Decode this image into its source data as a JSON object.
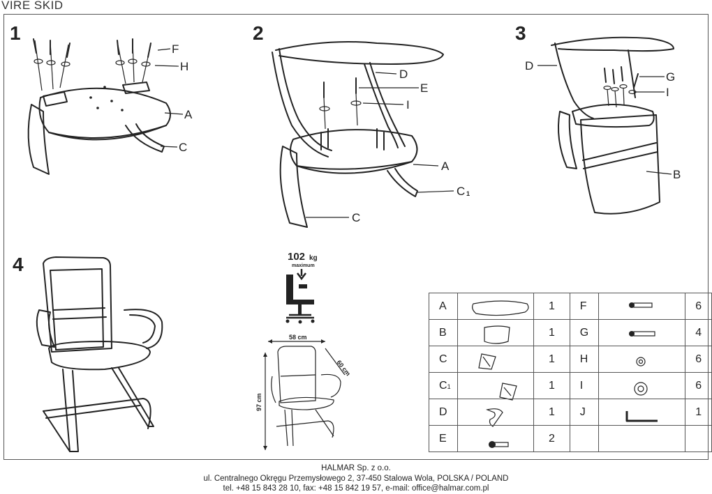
{
  "title": "VIRE SKID",
  "steps": [
    "1",
    "2",
    "3",
    "4"
  ],
  "callouts": {
    "step1": [
      "F",
      "H",
      "A",
      "C"
    ],
    "step2": [
      "D",
      "E",
      "I",
      "A",
      "C",
      "C",
      "1"
    ],
    "step3": [
      "D",
      "G",
      "I",
      "B"
    ]
  },
  "capacity": {
    "value": "102",
    "unit": "kg",
    "note": "maximum"
  },
  "dimensions": {
    "width": "58 cm",
    "depth": "60 cm",
    "height": "97 cm"
  },
  "parts_table": [
    {
      "left_letter": "A",
      "left_icon": "seat-icon",
      "left_qty": "1",
      "right_letter": "F",
      "right_icon": "long-screw-icon",
      "right_qty": "6"
    },
    {
      "left_letter": "B",
      "left_icon": "backrest-icon",
      "left_qty": "1",
      "right_letter": "G",
      "right_icon": "screw-icon",
      "right_qty": "4"
    },
    {
      "left_letter": "C",
      "left_icon": "left-armrest-icon",
      "left_qty": "1",
      "right_letter": "H",
      "right_icon": "small-washer-icon",
      "right_qty": "6"
    },
    {
      "left_letter": "C",
      "left_sub": "1",
      "left_icon": "right-armrest-icon",
      "left_qty": "1",
      "right_letter": "I",
      "right_icon": "large-washer-icon",
      "right_qty": "6"
    },
    {
      "left_letter": "D",
      "left_icon": "frame-icon",
      "left_qty": "1",
      "right_letter": "J",
      "right_icon": "allen-key-icon",
      "right_qty": "1"
    },
    {
      "left_letter": "E",
      "left_icon": "bolt-icon",
      "left_qty": "2",
      "right_letter": "",
      "right_icon": "",
      "right_qty": ""
    }
  ],
  "footer": {
    "company": "HALMAR Sp. z o.o.",
    "address": "ul. Centralnego Okręgu Przemysłowego 2, 37-450 Stalowa Wola, POLSKA / POLAND",
    "contact": "tel. +48 15 843 28 10, fax: +48 15 842 19 57, e-mail: office@halmar.com.pl"
  }
}
